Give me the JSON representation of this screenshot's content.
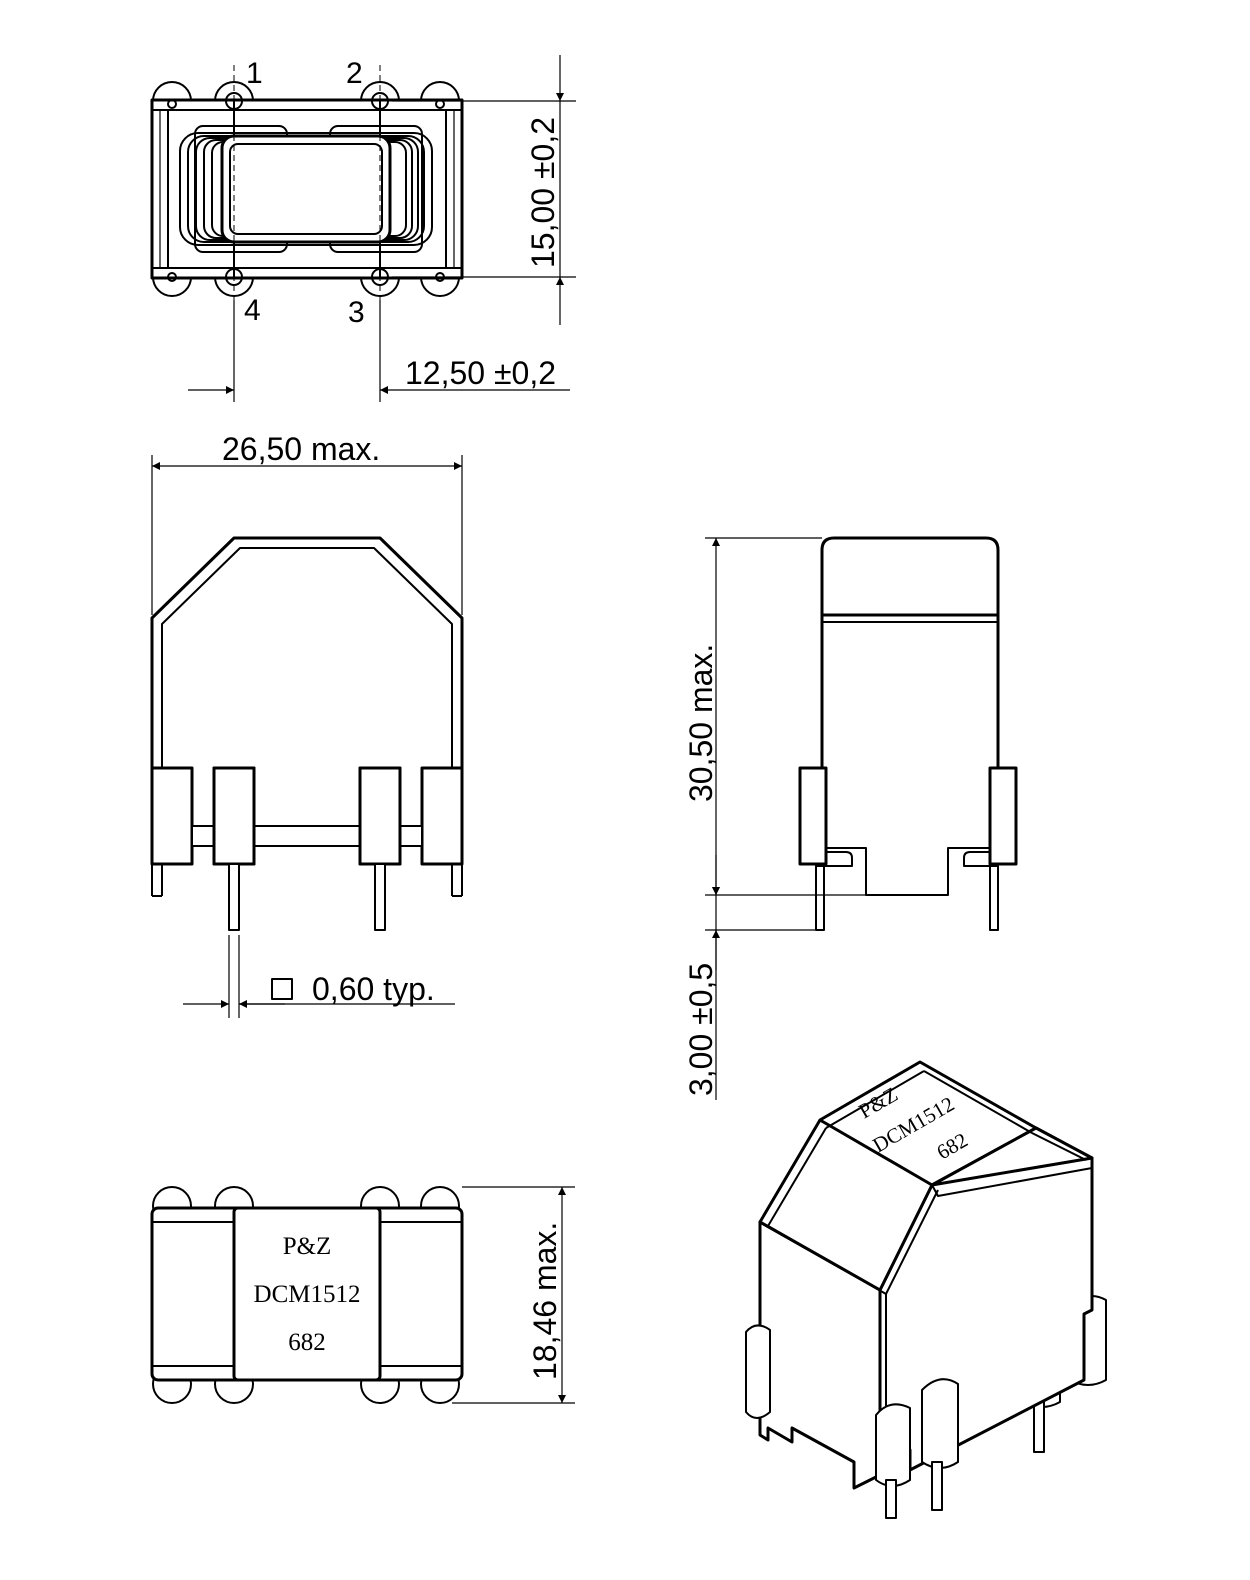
{
  "pins": {
    "p1": "1",
    "p2": "2",
    "p3": "3",
    "p4": "4"
  },
  "dimensions": {
    "pin_row_spacing": "15,00 ±0,2",
    "pin_col_spacing": "12,50 ±0,2",
    "width": "26,50 max.",
    "height": "30,50 max.",
    "pin_length": "3,00 ±0,5",
    "depth": "18,46 max.",
    "pin_square": "0,60 typ."
  },
  "marking": {
    "brand": "P&Z",
    "model": "DCM1512",
    "code": "682"
  }
}
